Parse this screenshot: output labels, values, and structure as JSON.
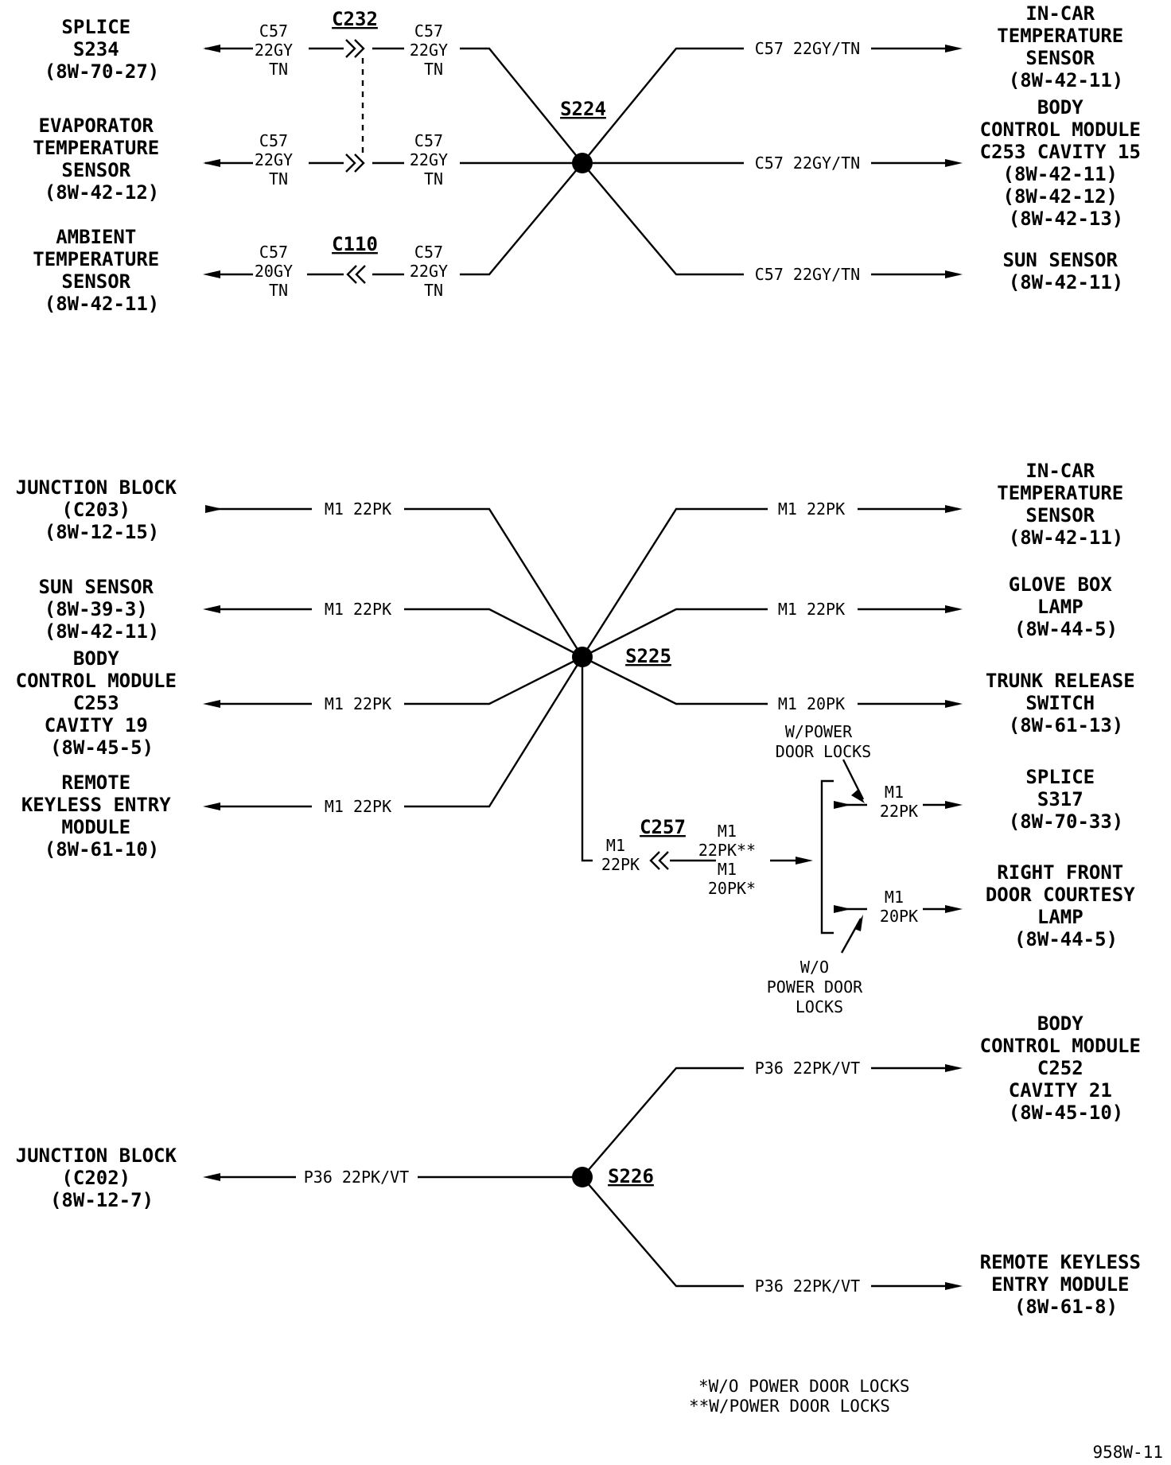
{
  "s224": {
    "splice_id": "S224",
    "left": [
      {
        "lines": [
          "SPLICE",
          "S234",
          "(8W-70-27)"
        ]
      },
      {
        "lines": [
          "EVAPORATOR",
          "TEMPERATURE",
          "SENSOR",
          "(8W-42-12)"
        ]
      },
      {
        "lines": [
          "AMBIENT",
          "TEMPERATURE",
          "SENSOR",
          "(8W-42-11)"
        ]
      }
    ],
    "right": [
      {
        "lines": [
          "IN-CAR",
          "TEMPERATURE",
          "SENSOR",
          "(8W-42-11)"
        ]
      },
      {
        "lines": [
          "BODY",
          "CONTROL MODULE",
          "C253 CAVITY 15",
          "(8W-42-11)",
          "(8W-42-12)",
          "(8W-42-13)"
        ]
      },
      {
        "lines": [
          "SUN SENSOR",
          "(8W-42-11)"
        ]
      }
    ],
    "connector_c232": "C232",
    "connector_c110": "C110",
    "wire_l1_outer": [
      "C57",
      "22GY",
      "TN"
    ],
    "wire_l1_inner": [
      "C57",
      "22GY",
      "TN"
    ],
    "wire_l2_outer": [
      "C57",
      "22GY",
      "TN"
    ],
    "wire_l2_inner": [
      "C57",
      "22GY",
      "TN"
    ],
    "wire_l3_outer": [
      "C57",
      "20GY",
      "TN"
    ],
    "wire_l3_inner": [
      "C57",
      "22GY",
      "TN"
    ],
    "wire_right": "C57 22GY/TN"
  },
  "s225": {
    "splice_id": "S225",
    "left": [
      {
        "lines": [
          "JUNCTION BLOCK",
          "(C203)",
          "(8W-12-15)"
        ]
      },
      {
        "lines": [
          "SUN SENSOR",
          "(8W-39-3)",
          "(8W-42-11)"
        ]
      },
      {
        "lines": [
          "BODY",
          "CONTROL MODULE",
          "C253",
          "CAVITY 19",
          "(8W-45-5)"
        ]
      },
      {
        "lines": [
          "REMOTE",
          "KEYLESS ENTRY",
          "MODULE",
          "(8W-61-10)"
        ]
      }
    ],
    "right": [
      {
        "lines": [
          "IN-CAR",
          "TEMPERATURE",
          "SENSOR",
          "(8W-42-11)"
        ]
      },
      {
        "lines": [
          "GLOVE BOX",
          "LAMP",
          "(8W-44-5)"
        ]
      },
      {
        "lines": [
          "TRUNK RELEASE",
          "SWITCH",
          "(8W-61-13)"
        ]
      },
      {
        "lines": [
          "SPLICE",
          "S317",
          "(8W-70-33)"
        ]
      },
      {
        "lines": [
          "RIGHT FRONT",
          "DOOR COURTESY",
          "LAMP",
          "(8W-44-5)"
        ]
      }
    ],
    "wire_left": [
      "M1 22PK",
      "M1 22PK",
      "M1 22PK",
      "M1 22PK"
    ],
    "wire_right": [
      "M1 22PK",
      "M1 22PK",
      "M1 20PK"
    ],
    "connector_c257": "C257",
    "wire_c257_in": [
      "M1",
      "22PK"
    ],
    "wire_c257_out": [
      "M1",
      "22PK**",
      "M1",
      "20PK*"
    ],
    "option_with": [
      "W/POWER",
      "DOOR LOCKS"
    ],
    "option_without": [
      "W/O",
      "POWER DOOR",
      "LOCKS"
    ],
    "wire_s317": [
      "M1",
      "22PK"
    ],
    "wire_courtesy": [
      "M1",
      "20PK"
    ]
  },
  "s226": {
    "splice_id": "S226",
    "left": [
      {
        "lines": [
          "JUNCTION BLOCK",
          "(C202)",
          "(8W-12-7)"
        ]
      }
    ],
    "right": [
      {
        "lines": [
          "BODY",
          "CONTROL MODULE",
          "C252",
          "CAVITY 21",
          "(8W-45-10)"
        ]
      },
      {
        "lines": [
          "REMOTE KEYLESS",
          "ENTRY MODULE",
          "(8W-61-8)"
        ]
      }
    ],
    "wire": "P36 22PK/VT"
  },
  "footnotes": [
    "*W/O POWER DOOR LOCKS",
    "**W/POWER DOOR LOCKS"
  ],
  "figure_ref": "958W-11"
}
